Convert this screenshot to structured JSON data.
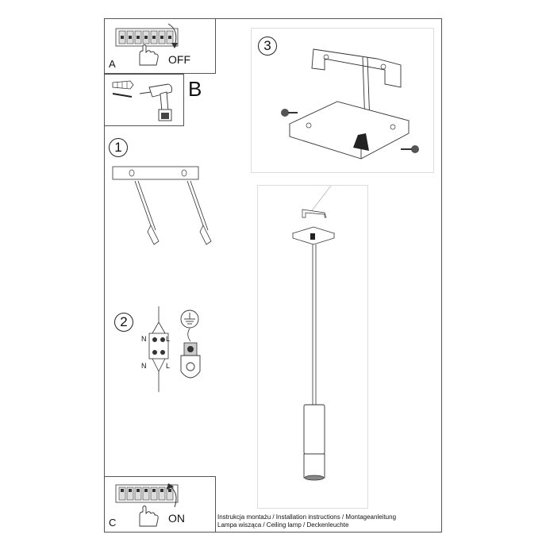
{
  "steps": {
    "a": {
      "letter": "A",
      "switch_text": "OFF"
    },
    "b": {
      "letter": "B"
    },
    "c": {
      "letter": "C",
      "switch_text": "ON"
    },
    "s1": {
      "number": "1"
    },
    "s2": {
      "number": "2",
      "n_top": "N",
      "l_top": "L",
      "n_bottom": "N",
      "l_bottom": "L"
    },
    "s3": {
      "number": "3"
    }
  },
  "footer": {
    "line1": "Instrukcja montażu / Installation instructions / Montageanleitung",
    "line2": "Lampa wisząca / Ceiling lamp / Deckenleuchte"
  },
  "icons": [
    "breaker-panel-icon",
    "hand-icon",
    "curved-arrow-icon",
    "drill-icon",
    "wall-plug-icon",
    "screw-icon",
    "wire-icon",
    "terminal-block-icon",
    "ground-symbol-icon",
    "lamp-icon"
  ]
}
